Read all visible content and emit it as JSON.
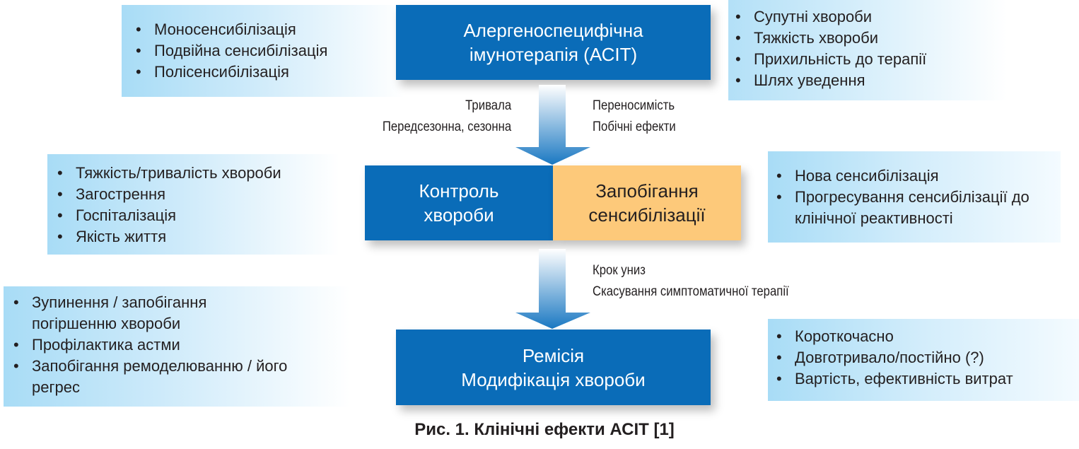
{
  "top": {
    "left_list": [
      "Моносенсибілізація",
      "Подвійна сенсибілізація",
      "Полісенсибілізація"
    ],
    "center_title": [
      "Алергеноспецифічна",
      "імунотерапія (АСІТ)"
    ],
    "right_list": [
      "Супутні хвороби",
      "Тяжкість хвороби",
      "Прихильність до терапії",
      "Шлях уведення"
    ]
  },
  "arrow1": {
    "left_notes": [
      "Тривала",
      "Передсезонна, сезонна"
    ],
    "right_notes": [
      "Переносимість",
      "Побічні ефекти"
    ]
  },
  "middle": {
    "left_list": [
      "Тяжкість/тривалість хвороби",
      "Загострення",
      "Госпіталізація",
      "Якість життя"
    ],
    "control_title": [
      "Контроль",
      "хвороби"
    ],
    "prevention_title": [
      "Запобігання",
      "сенсибілізації"
    ],
    "right_list": [
      "Нова сенсибілізація",
      "Прогресування сенсибілізації до клінічної реактивності"
    ]
  },
  "arrow2": {
    "right_notes": [
      "Крок униз",
      "Скасування симптоматичної терапії"
    ]
  },
  "bottom": {
    "left_list": [
      "Зупинення / запобігання погіршенню хвороби",
      "Профілактика астми",
      "Запобігання ремоделюванню / його регрес"
    ],
    "center_title": [
      "Ремісія",
      "Модифікація хвороби"
    ],
    "right_list": [
      "Короткочасно",
      "Довготривало/постійно (?)",
      "Вартість, ефективність витрат"
    ]
  },
  "caption": "Рис. 1. Клінічні ефекти АСІТ [1]",
  "colors": {
    "primary_blue": "#0a6cb8",
    "orange": "#fdc97a",
    "light_blue": "#a8dcf6"
  }
}
